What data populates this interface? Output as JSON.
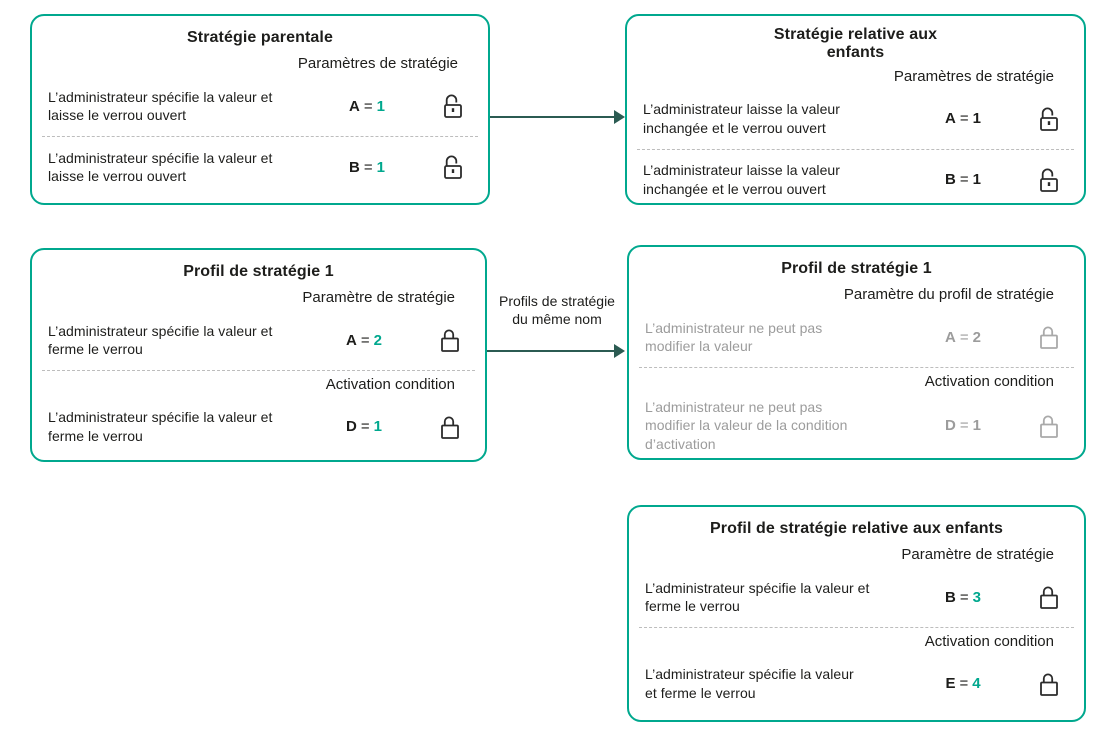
{
  "colors": {
    "box_border_teal": "#00a88e",
    "value_teal": "#00a88e",
    "arrow_dark_teal": "#2b5b52",
    "text_black": "#1d1d1b",
    "disabled_gray": "#9c9c9c",
    "divider_gray": "#bdbdbd"
  },
  "equals": "=",
  "arrows": {
    "profile_to_profile": {
      "label": "Profils de stratégie\ndu même nom"
    }
  },
  "boxes": {
    "parent_policy": {
      "title": "Stratégie parentale",
      "settings_header": "Paramètres de stratégie",
      "rows": [
        {
          "text": "L’administrateur spécifie la valeur et\nlaisse le verrou ouvert",
          "param": "A",
          "value": "1",
          "value_color": "#00a88e",
          "lock": "open-lock-icon",
          "lock_color": "#2b2b2b"
        },
        {
          "text": "L’administrateur spécifie la valeur et\nlaisse le verrou ouvert",
          "param": "B",
          "value": "1",
          "value_color": "#00a88e",
          "lock": "open-lock-icon",
          "lock_color": "#2b2b2b"
        }
      ]
    },
    "child_policy": {
      "title": "Stratégie relative aux\nenfants",
      "settings_header": "Paramètres de stratégie",
      "rows": [
        {
          "text": "L’administrateur laisse la valeur\ninchangée et le verrou ouvert",
          "param": "A",
          "value": "1",
          "value_color": "#1d1d1b",
          "lock": "open-lock-icon",
          "lock_color": "#2b2b2b"
        },
        {
          "text": "L’administrateur laisse la valeur\ninchangée et le verrou ouvert",
          "param": "B",
          "value": "1",
          "value_color": "#1d1d1b",
          "lock": "open-lock-icon",
          "lock_color": "#2b2b2b"
        }
      ]
    },
    "policy_profile": {
      "title": "Profil de stratégie 1",
      "settings_header": "Paramètre de stratégie",
      "activation_header": "Activation condition",
      "rows": [
        {
          "text": "L’administrateur spécifie la valeur et\nferme le verrou",
          "param": "A",
          "value": "2",
          "value_color": "#00a88e",
          "lock": "closed-lock-icon",
          "lock_color": "#2b2b2b"
        },
        {
          "text": "L’administrateur spécifie la valeur et\nferme le verrou",
          "param": "D",
          "value": "1",
          "value_color": "#00a88e",
          "lock": "closed-lock-icon",
          "lock_color": "#2b2b2b"
        }
      ]
    },
    "child_policy_profile": {
      "title": "Profil de stratégie 1",
      "settings_header": "Paramètre du profil de stratégie",
      "activation_header": "Activation condition",
      "rows": [
        {
          "text": "L’administrateur ne peut pas\nmodifier la valeur",
          "param": "A",
          "value": "2",
          "value_color": "#9c9c9c",
          "lock": "closed-lock-icon",
          "lock_color": "#a9a9a9"
        },
        {
          "text": "L’administrateur ne peut pas\nmodifier la valeur de la condition\nd’activation",
          "param": "D",
          "value": "1",
          "value_color": "#9c9c9c",
          "lock": "closed-lock-icon",
          "lock_color": "#a9a9a9"
        }
      ]
    },
    "child_profile": {
      "title": "Profil de stratégie relative aux enfants",
      "settings_header": "Paramètre de stratégie",
      "activation_header": "Activation condition",
      "rows": [
        {
          "text": "L’administrateur spécifie la valeur et\nferme le verrou",
          "param": "B",
          "value": "3",
          "value_color": "#00a88e",
          "lock": "closed-lock-icon",
          "lock_color": "#2b2b2b"
        },
        {
          "text": "L’administrateur spécifie la valeur\net ferme le verrou",
          "param": "E",
          "value": "4",
          "value_color": "#00a88e",
          "lock": "closed-lock-icon",
          "lock_color": "#2b2b2b"
        }
      ]
    }
  }
}
